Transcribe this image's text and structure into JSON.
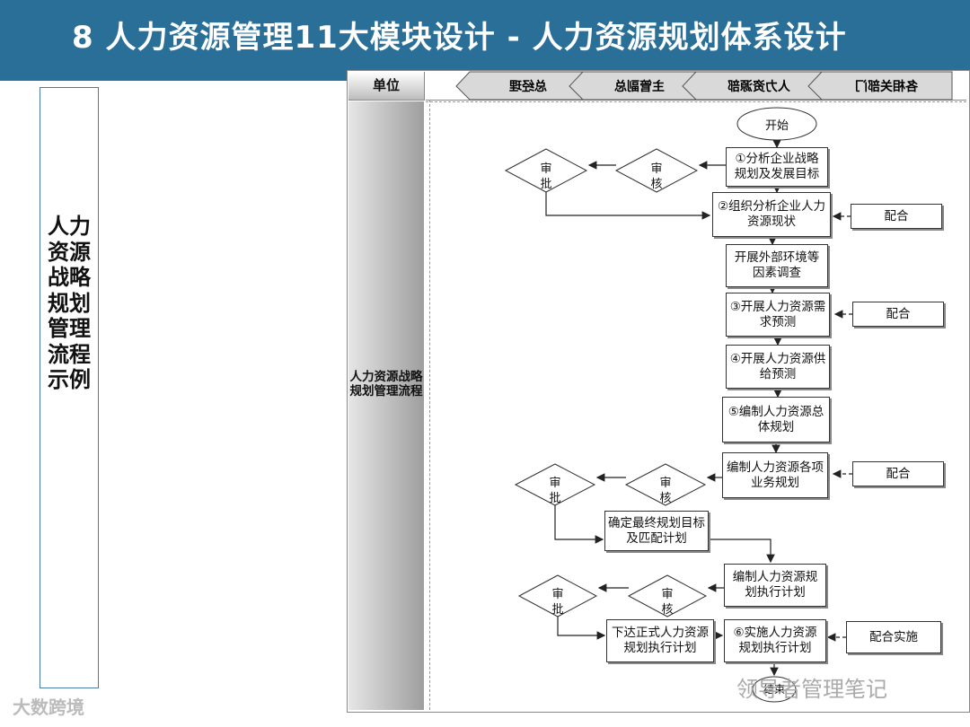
{
  "header": {
    "title": "8   人力资源管理11大模块设计 - 人力资源规划体系设计"
  },
  "sidebar": {
    "title": "人力资源战略规划管理流程示例"
  },
  "diagram": {
    "unit_label": "单位",
    "lane_label": "人力资源战略规划管理流程",
    "roles": [
      "总经理",
      "主管副总",
      "人力资源部",
      "各相关部门"
    ],
    "start": "开始",
    "steps": [
      "①分析企业战略规划及发展目标",
      "②组织分析企业人力资源现状",
      "开展外部环境等因素调查",
      "③开展人力资源需求预测",
      "④开展人力资源供给预测",
      "⑤编制人力资源总体规划",
      "编制人力资源各项业务规划",
      "确定最终规划目标及匹配计划",
      "编制人力资源规划执行计划",
      "下达正式人力资源规划执行计划",
      "⑥实施人力资源规划执行计划"
    ],
    "decision_approve": "审批",
    "decision_review": "审核",
    "support": [
      "配合",
      "配合",
      "配合",
      "配合实施"
    ],
    "end": "结束"
  },
  "watermarks": {
    "left": "大数跨境",
    "right": "领导者管理笔记"
  }
}
